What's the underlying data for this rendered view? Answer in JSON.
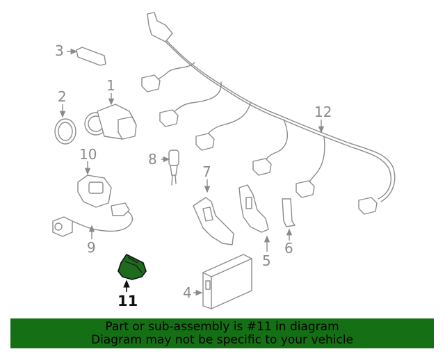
{
  "callouts": {
    "c1": "1",
    "c2": "2",
    "c3": "3",
    "c4": "4",
    "c5": "5",
    "c6": "6",
    "c7": "7",
    "c8": "8",
    "c9": "9",
    "c10": "10",
    "c11": "11",
    "c12": "12"
  },
  "highlight_color": "#1e6b1e",
  "banner": {
    "line1": "Part or sub-assembly is #11 in diagram",
    "line2": "Diagram may not be specific to your vehicle",
    "background": "#157015"
  }
}
